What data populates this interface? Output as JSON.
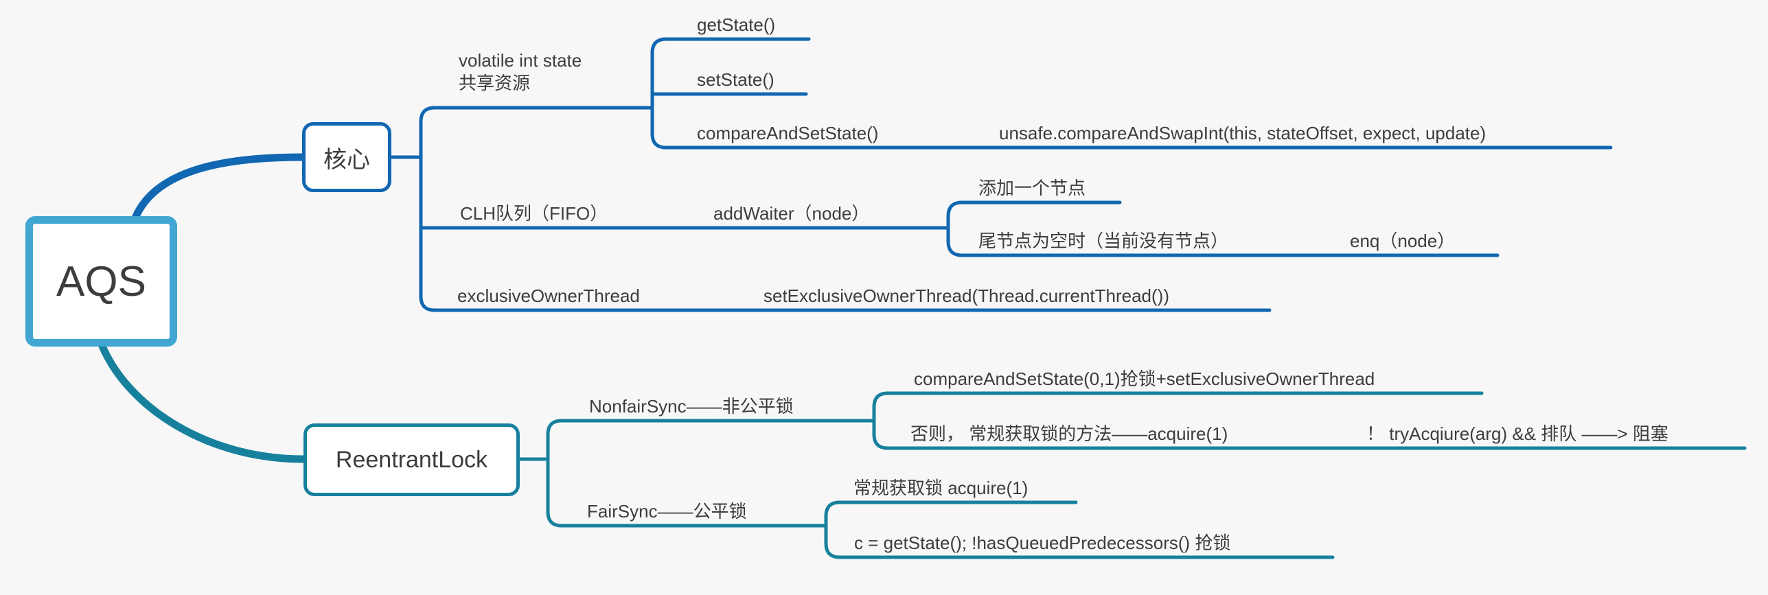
{
  "colors": {
    "background": "#f7f7f8",
    "blue_branch": "#1167b1",
    "teal_branch": "#17819d",
    "root_border": "#41a7d2",
    "text": "#3d3d3d"
  },
  "mindmap": {
    "root": {
      "label": "AQS"
    },
    "branches": [
      {
        "label": "核心",
        "children": [
          {
            "label": "volatile int state\n共享资源",
            "children": [
              {
                "label": "getState()"
              },
              {
                "label": "setState()"
              },
              {
                "label": "compareAndSetState()",
                "children": [
                  {
                    "label": "unsafe.compareAndSwapInt(this, stateOffset, expect, update)"
                  }
                ]
              }
            ]
          },
          {
            "label": "CLH队列（FIFO）",
            "children": [
              {
                "label": "addWaiter（node）",
                "children": [
                  {
                    "label": "添加一个节点"
                  },
                  {
                    "label": "尾节点为空时（当前没有节点）",
                    "children": [
                      {
                        "label": "enq（node）"
                      }
                    ]
                  }
                ]
              }
            ]
          },
          {
            "label": "exclusiveOwnerThread",
            "children": [
              {
                "label": "setExclusiveOwnerThread(Thread.currentThread())"
              }
            ]
          }
        ]
      },
      {
        "label": "ReentrantLock",
        "children": [
          {
            "label": "NonfairSync——非公平锁",
            "children": [
              {
                "label": "compareAndSetState(0,1)抢锁+setExclusiveOwnerThread"
              },
              {
                "label": "否则， 常规获取锁的方法——acquire(1)",
                "children": [
                  {
                    "label": "！ tryAcqiure(arg) && 排队 ——> 阻塞"
                  }
                ]
              }
            ]
          },
          {
            "label": "FairSync——公平锁",
            "children": [
              {
                "label": "常规获取锁 acquire(1)"
              },
              {
                "label": "c = getState(); !hasQueuedPredecessors() 抢锁"
              }
            ]
          }
        ]
      }
    ]
  }
}
